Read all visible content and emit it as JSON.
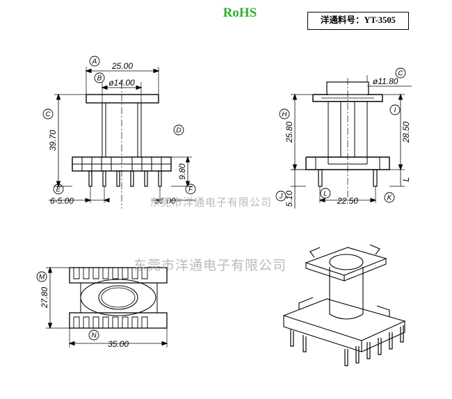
{
  "header": {
    "rohs": "RoHS",
    "part_number": "洋通料号：YT-3505"
  },
  "watermark": "东莞市洋通电子有限公司",
  "tags": [
    "A",
    "B",
    "C",
    "D",
    "E",
    "F",
    "C",
    "H",
    "I",
    "J",
    "L",
    "K",
    "M",
    "N"
  ],
  "dims": {
    "a": "25.00",
    "b": "ø14.00",
    "c": "39.70",
    "d": "9.80",
    "e": "6-5.00",
    "f": "ø1.00",
    "g": "ø11.80",
    "h": "25.80",
    "i": "28.50",
    "l": "22.50",
    "j": "5.10",
    "k": "L",
    "m": "27.80",
    "n": "35.00"
  },
  "colors": {
    "rohs": "#2fb02f",
    "watermark": "#b9b9b9",
    "ink": "#000000"
  }
}
